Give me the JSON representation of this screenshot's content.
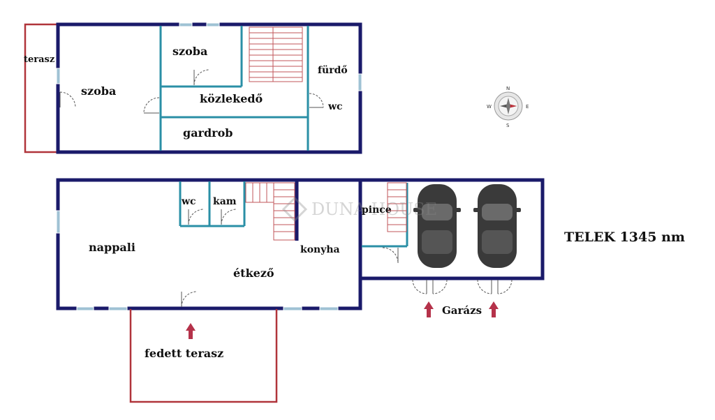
{
  "labels": {
    "terasz": "terasz",
    "szoba_left": "szoba",
    "szoba_upper": "szoba",
    "kozlekedo": "közlekedő",
    "gardrob": "gardrob",
    "furdo": "fürdő",
    "wc_upper": "wc",
    "wc_lower": "wc",
    "kam": "kam",
    "nappali": "nappali",
    "etkezo": "étkező",
    "konyha": "konyha",
    "pince": "pince",
    "garazs": "Garázs",
    "fedett_terasz": "fedett terasz",
    "telek": "TELEK 1345 nm"
  },
  "watermark": "DUNA HOUSE",
  "compass": {
    "n": "N",
    "e": "E",
    "s": "S",
    "w": "W"
  },
  "colors": {
    "outer_wall": "#1a1a6a",
    "inner_wall": "#2a8fa6",
    "terrace": "#b0343a",
    "arrow": "#b5324a",
    "car": "#3a3a3a"
  }
}
